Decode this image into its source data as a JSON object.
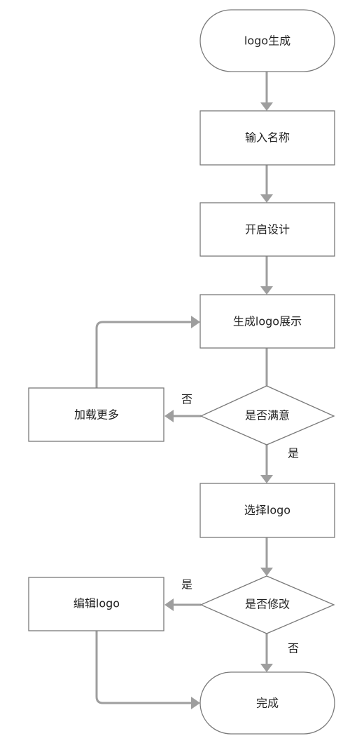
{
  "nodes": {
    "start": {
      "label": "logo生成"
    },
    "name": {
      "label": "输入名称"
    },
    "design": {
      "label": "开启设计"
    },
    "show": {
      "label": "生成logo展示"
    },
    "satisfied": {
      "label": "是否满意"
    },
    "more": {
      "label": "加载更多"
    },
    "select": {
      "label": "选择logo"
    },
    "modify": {
      "label": "是否修改"
    },
    "edit": {
      "label": "编辑logo"
    },
    "done": {
      "label": "完成"
    }
  },
  "edges": {
    "satisfied_no": "否",
    "satisfied_yes": "是",
    "modify_yes": "是",
    "modify_no": "否"
  },
  "colors": {
    "node_border": "#7a7a7a",
    "edge": "#9e9e9e",
    "text": "#222222"
  }
}
